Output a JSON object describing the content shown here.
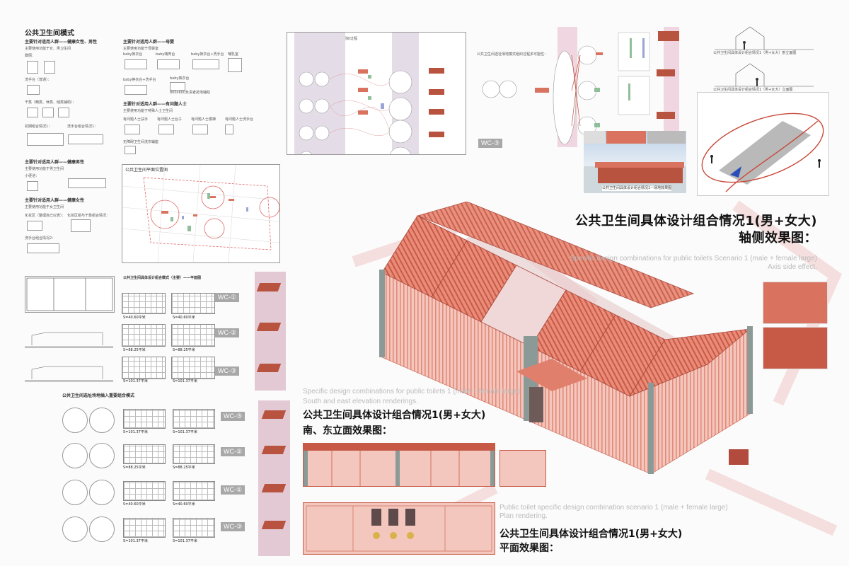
{
  "left_panel": {
    "title": "公共卫生间模式",
    "group1_heading": "主要针对适用人群——健康女性、男性",
    "group1_sub": "主要使用功能于女、男卫生间",
    "labels1": [
      "蹲厕：",
      "洗手台（普通）：",
      "干蒸（精蒸、休蒸、储蒸辅助）：",
      "初期组合情况1：",
      "洗手台组合情况1："
    ],
    "group2_heading": "主要针对适用人群——健康男性",
    "group2_sub": "主要使用功能于男卫生间",
    "labels2": [
      "小便池："
    ],
    "group3_heading": "主要针对适用人群——健康女性",
    "group3_sub": "主要使用功能于女卫生间",
    "labels3": [
      "化妆区（整理自己仪表）：",
      "化妆区组与干蒸组合情况：",
      "洗手台组合情况2："
    ]
  },
  "mid_panel": {
    "group1_heading": "主要针对适用人群——母婴",
    "group1_sub": "主要使用功能于母婴室",
    "labels1": [
      "baby换衣台",
      "baby哺育台",
      "baby换衣台+洗手台",
      "哺乳室",
      "baby换衣台+洗手台",
      "baby换衣台",
      "800x600负责者抢地辅助"
    ],
    "group2_heading": "主要针对适用人群——有问题人士",
    "group2_sub": "主要使用功能于特殊人士卫生间",
    "labels2": [
      "有问题人士扶手",
      "有问题人士台子",
      "有问题人士模梯",
      "有问题人士洗手台"
    ],
    "label3": "无障碍卫生间洗衣辅座"
  },
  "site_plan_label": "公共卫生间平面位置图",
  "process_diagram_label": "公共卫生间选址场地模式组织过程",
  "process_right_label": "公共卫生间选址场地模式组织过程多可能性：",
  "wc_labels": [
    "WC-①",
    "WC-②",
    "WC-③"
  ],
  "combo_title": "公共卫生间具体设计组合模式（主要）——平面图",
  "insert_title": "公共卫生间选址场地插入重要组合模式",
  "areas": [
    "S=40.60平米",
    "S=88.25平米",
    "S=101.37平米"
  ],
  "main_heading": {
    "zh_line1": "公共卫生间具体设计组合情况1(男+女大)",
    "zh_line2": "轴侧效果图：",
    "en_line1": "Specific design combinations for public toilets Scenario 1 (male + female large)",
    "en_line2": "Axis side effect."
  },
  "elevation_heading": {
    "en_line1": "Specific design combinations for public toilets 1 (male + female large)",
    "zh_line1": "公共卫生间具体设计组合情况1(男+女大)",
    "zh_line2": "南、东立面效果图：",
    "en_line2": "South and east elevation renderings."
  },
  "plan_heading": {
    "en_line1": "Public toilet specific design combination scenario 1 (male + female large)",
    "en_line2": "Plan rendering.",
    "zh_line1": "公共卫生间具体设计组合情况1(男+女大)",
    "zh_line2": "平面效果图："
  },
  "section_caption_1": "公共卫生间具体设计组合情况1（男+女大）剖立面图",
  "section_caption_2": "公共卫生间具体设计组合情况1（男+女大）立面图",
  "render_caption": "公共卫生间具体设计组合情况1一场地效果图",
  "colors": {
    "roof": "#d9735f",
    "roof_dark": "#b8533f",
    "pink_strip": "#e3c9d4",
    "gray_wall": "#8b9a97",
    "accent": "#c74a3a"
  }
}
